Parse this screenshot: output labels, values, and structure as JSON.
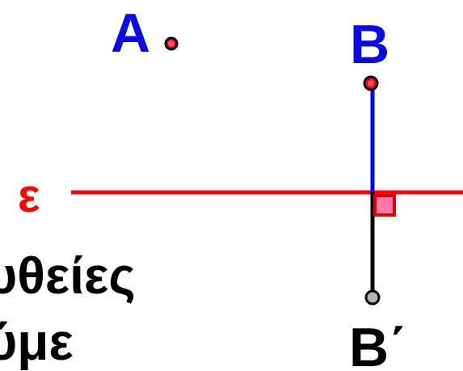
{
  "labels": {
    "point_a": "A",
    "point_b": "B",
    "point_b_prime": "B΄",
    "line_epsilon": "ε",
    "partial_text_line1": "υθείες",
    "partial_text_line2": "ύμε"
  },
  "colors": {
    "label_blue": "#0a0ae6",
    "line_red": "#ff0000",
    "segment_blue": "#0000ff",
    "segment_black": "#000000",
    "point_outline": "#000000",
    "point_red_fill": "#ff0000",
    "point_grey_fill": "#b3b3b3",
    "right_angle_fill": "#ff7aa8",
    "right_angle_stroke": "#e00000",
    "text_black": "#000000"
  }
}
